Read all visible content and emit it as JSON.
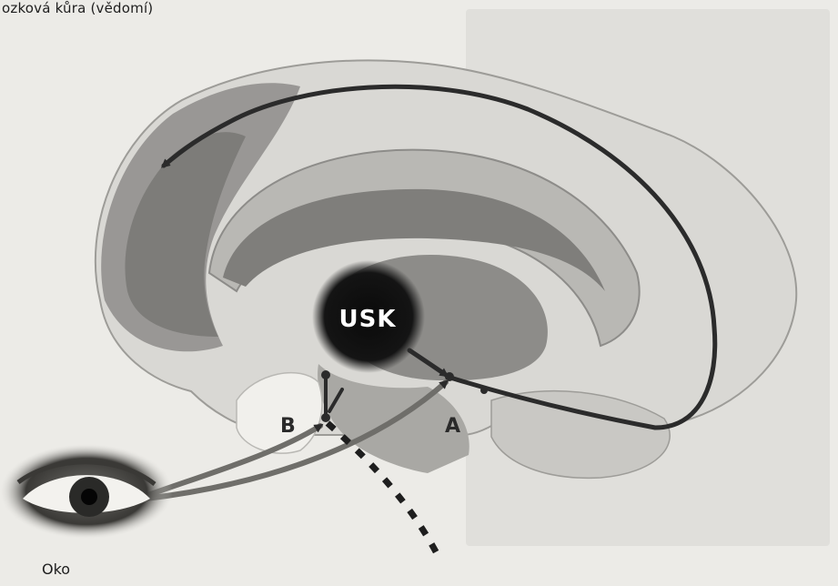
{
  "labels": {
    "cortex": "ozková kůra (vědomí)",
    "eye": "Oko",
    "center": "USK",
    "node_a": "A",
    "node_b": "B"
  },
  "colors": {
    "background": "#ecebe7",
    "tissue_light": "#d9d8d4",
    "tissue_mid": "#b9b8b4",
    "tissue_dark": "#8d8c89",
    "path": "#2b2b2b",
    "center_blob": "#0c0c0c"
  },
  "icons": {
    "eye": "eye-icon",
    "arrowhead": "arrowhead-icon"
  }
}
